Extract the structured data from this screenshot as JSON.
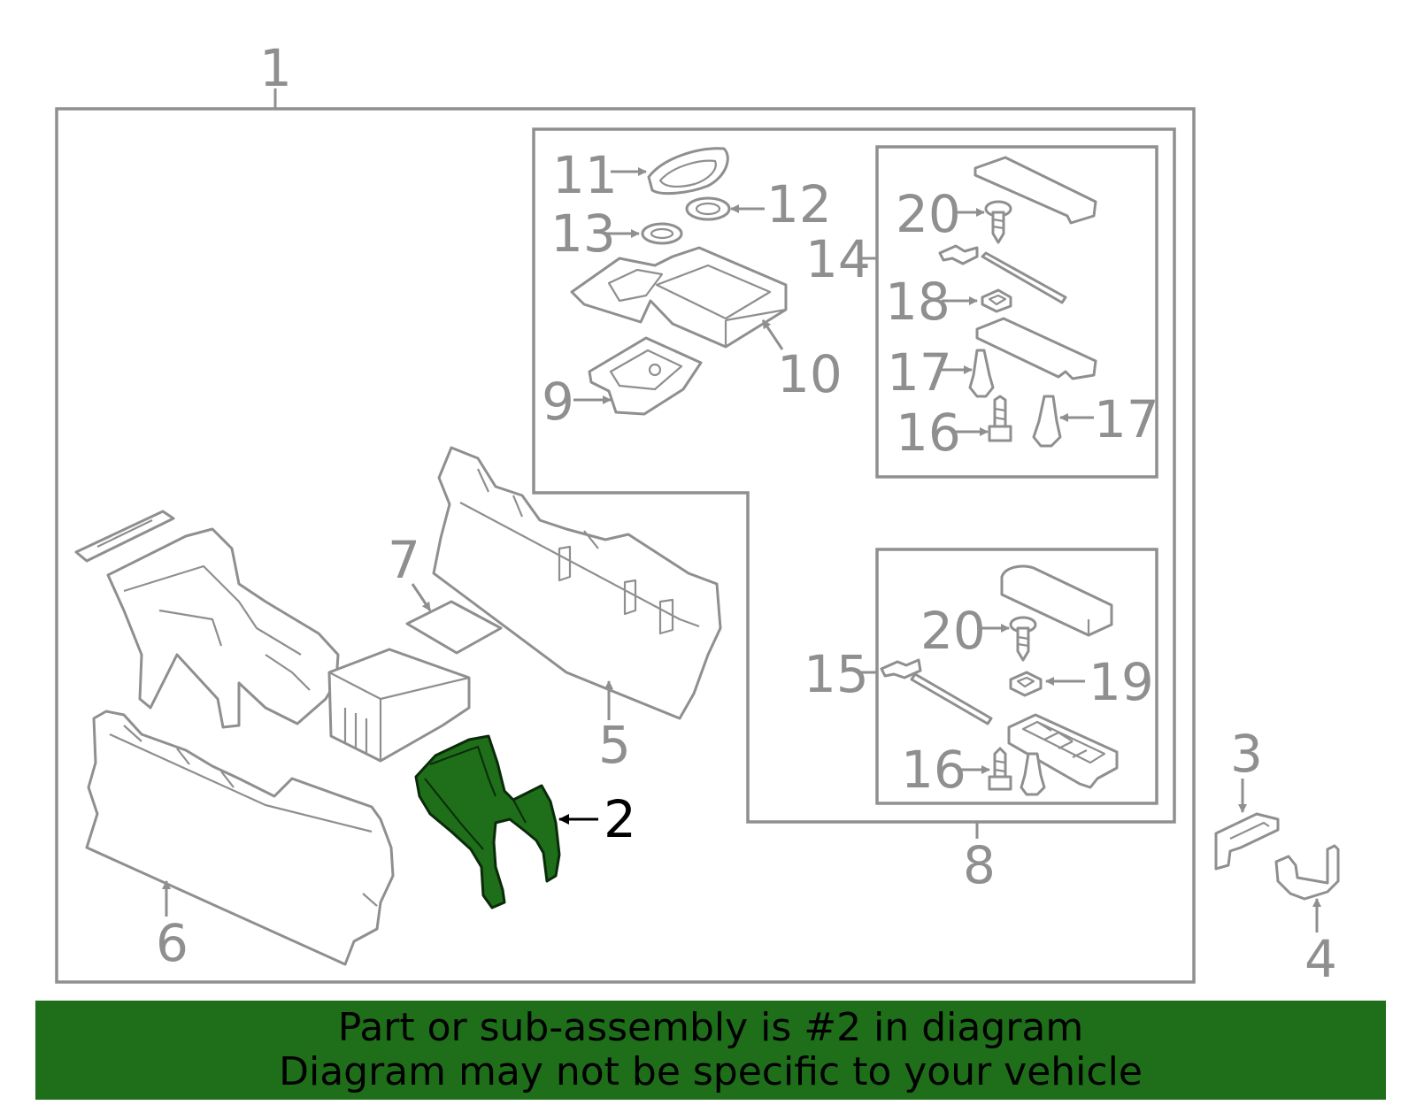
{
  "diagram": {
    "callouts": {
      "c1": "1",
      "c2": "2",
      "c3": "3",
      "c4": "4",
      "c5": "5",
      "c6": "6",
      "c7": "7",
      "c8": "8",
      "c9": "9",
      "c10": "10",
      "c11": "11",
      "c12": "12",
      "c13": "13",
      "c14": "14",
      "c15": "15",
      "c16a": "16",
      "c16b": "16",
      "c17a": "17",
      "c17b": "17",
      "c18": "18",
      "c19": "19",
      "c20a": "20",
      "c20b": "20"
    },
    "highlighted_part": "2",
    "colors": {
      "highlight_fill": "#1e6e1a",
      "line": "#8f8f8f",
      "panel_background": "#f7f7f7",
      "banner_background": "#1e6e1a"
    }
  },
  "banner": {
    "line1": "Part or sub-assembly is #2 in diagram",
    "line2": "Diagram may not be specific to your vehicle"
  }
}
